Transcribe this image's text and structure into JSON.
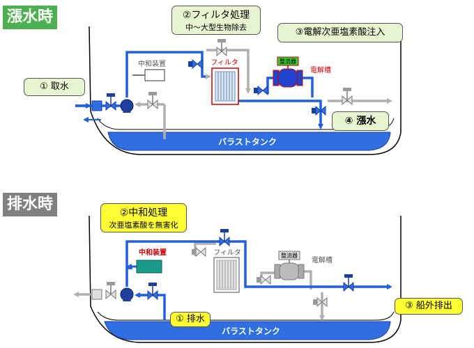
{
  "top": {
    "title": "漲水時",
    "tank_label": "バラストタンク",
    "intake": "① 取水",
    "filter_step": "②フィルタ処理",
    "filter_sub": "中～大型生物除去",
    "electrolysis_step": "③電解次亜塩素酸注入",
    "ballasting": "④ 漲水",
    "neutralizer": "中和装置",
    "filter": "フィルタ",
    "rectifier": "整流器",
    "electrolyzer": "電解槽"
  },
  "bottom": {
    "title": "排水時",
    "tank_label": "バラストタンク",
    "neutralize_step": "②中和処理",
    "neutralize_sub": "次亜塩素酸を無害化",
    "deballast": "① 排水",
    "discharge": "③ 船外排出",
    "neutralizer": "中和装置",
    "filter": "フィルタ",
    "rectifier": "整流器",
    "electrolyzer": "電解槽"
  },
  "colors": {
    "active_flow": "#1f5fe0",
    "inactive_flow": "#b0b0b0",
    "tank": "#2f6fe0",
    "step_box_green": "#e6f5d0",
    "step_box_yellow": "#ffff33",
    "electrolyzer_active": "#2244cc",
    "rectifier_active": "#33cc33",
    "neutralizer_active": "#1a9a8a",
    "label_red": "#cc0000"
  }
}
